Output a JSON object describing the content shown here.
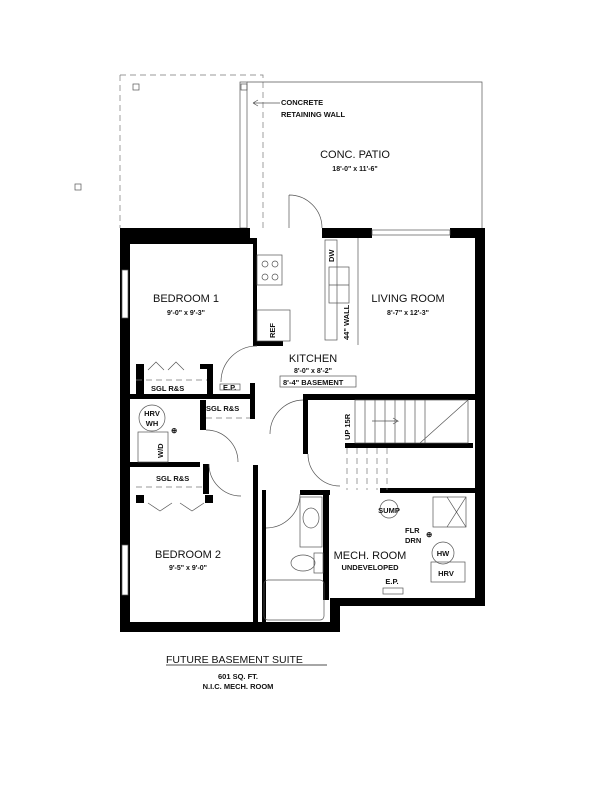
{
  "annotations": {
    "retaining_wall_line1": "CONCRETE",
    "retaining_wall_line2": "RETAINING WALL"
  },
  "rooms": {
    "patio": {
      "name": "CONC. PATIO",
      "size": "18'-0\" x 11'-6\""
    },
    "bedroom1": {
      "name": "BEDROOM 1",
      "size": "9'-0\" x 9'-3\""
    },
    "living": {
      "name": "LIVING ROOM",
      "size": "8'-7\" x 12'-3\""
    },
    "kitchen": {
      "name": "KITCHEN",
      "size": "8'-0\" x 8'-2\"",
      "note": "8'-4\" BASEMENT"
    },
    "bedroom2": {
      "name": "BEDROOM 2",
      "size": "9'-5\" x 9'-0\""
    },
    "mech": {
      "name": "MECH. ROOM",
      "note": "UNDEVELOPED"
    }
  },
  "fixtures": {
    "dw": "DW",
    "wall": "44\" WALL",
    "ref": "REF",
    "sgl1": "SGL R&S",
    "ep1": "E.P.",
    "sgl2": "SGL R&S",
    "hrv_wh_1": "HRV",
    "hrv_wh_2": "WH",
    "wd": "W/D",
    "stairs": "UP 15R",
    "sgl3": "SGL R&S",
    "sump": "SUMP",
    "flr1": "FLR",
    "flr2": "DRN",
    "ep2": "E.P.",
    "hw": "HW",
    "hrv": "HRV"
  },
  "footer": {
    "title": "FUTURE BASEMENT SUITE",
    "area": "601 SQ. FT.",
    "note": "N.I.C. MECH. ROOM"
  }
}
